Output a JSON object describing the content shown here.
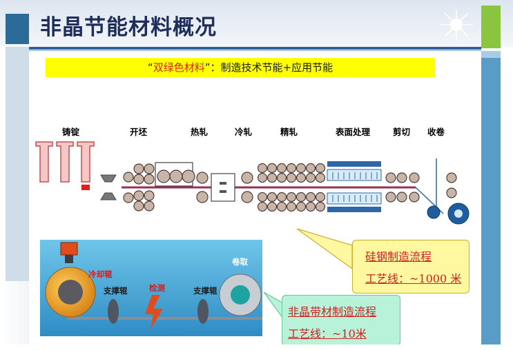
{
  "header": {
    "title": "非晶节能材料概况"
  },
  "banner": {
    "quote_open": "“",
    "highlight": "双绿色材料",
    "quote_close": "”",
    "rest": "：制造技术节能+应用节能"
  },
  "process_labels": [
    "铸锭",
    "开坯",
    "热轧",
    "冷轧",
    "精轧",
    "表面处理",
    "剪切",
    "收卷"
  ],
  "callout_silicon": {
    "line1": "硅钢制造流程",
    "line2": "工艺线：~1000 米"
  },
  "callout_amorphous": {
    "line1": "非晶带材制造流程",
    "line2": "工艺线：~10米"
  },
  "amorphous_labels": {
    "cooling_roller": "冷却辊",
    "support_roller_1": "支撑辊",
    "inspection": "检测",
    "support_roller_2": "支撑辊",
    "coiling": "卷取"
  },
  "colors": {
    "title": "#1e2d5c",
    "accent_blue": "#2c5f9c",
    "accent_green": "#8bc53f",
    "banner_bg": "#ffff00",
    "highlight_red": "#e02020"
  }
}
